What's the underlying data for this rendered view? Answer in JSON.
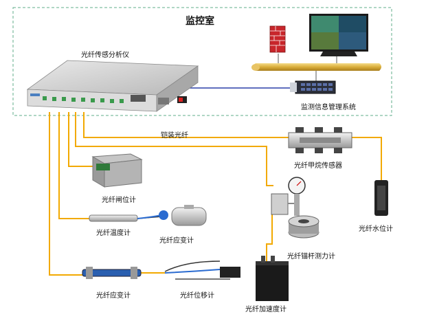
{
  "control_room": {
    "title": "监控室"
  },
  "labels": {
    "analyzer": "光纤传感分析仪",
    "monitoring_system": "监测信息管理系统",
    "armored_fiber": "铠装光纤",
    "methane_sensor": "光纤甲烷传感器",
    "gate_meter": "光纤闸位计",
    "temperature_meter": "光纤温度计",
    "strain_meter_right": "光纤应变计",
    "anchor_meter": "光纤锚杆测力计",
    "water_level_meter": "光纤水位计",
    "strain_meter_bottom": "光纤应变计",
    "displacement_meter": "光纤位移计",
    "accelerometer": "光纤加速度计"
  },
  "colors": {
    "fiber": "#f2a900",
    "dashed_border": "#5fae8a",
    "network_cable": "#2a3fa8",
    "firewall": "#c8262b",
    "bus": "#d9ad3a"
  }
}
